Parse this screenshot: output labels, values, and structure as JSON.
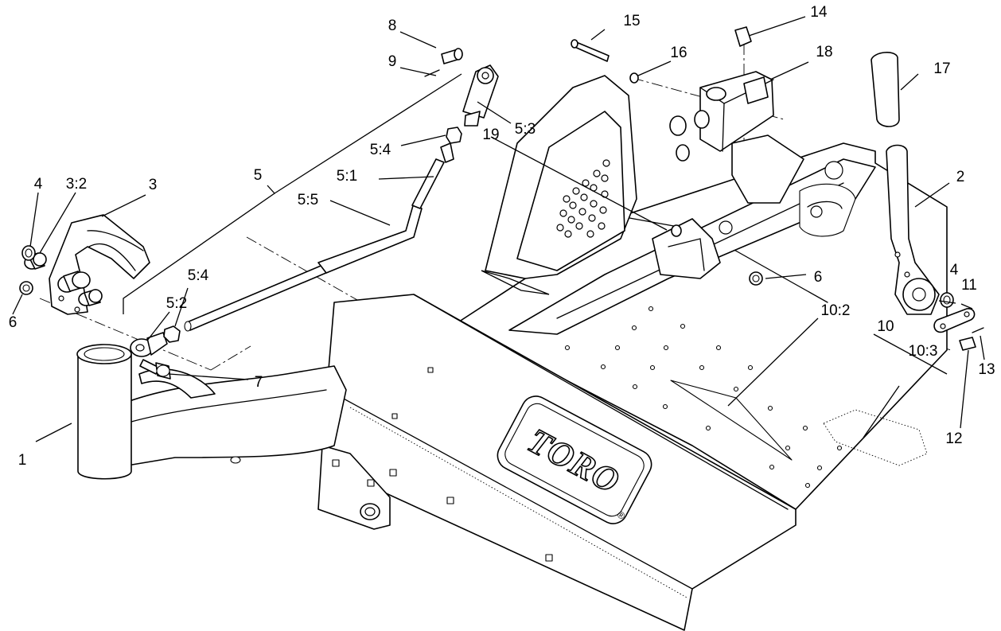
{
  "brand": {
    "logo_text": "TORO",
    "registered_mark": "®"
  },
  "callouts": {
    "c1": "1",
    "c2": "2",
    "c3": "3",
    "c3_2": "3:2",
    "c4_left": "4",
    "c4_right": "4",
    "c5": "5",
    "c5_1": "5:1",
    "c5_2": "5:2",
    "c5_3": "5:3",
    "c5_4_top": "5:4",
    "c5_4_left": "5:4",
    "c5_5": "5:5",
    "c6_left": "6",
    "c6_right": "6",
    "c7": "7",
    "c8": "8",
    "c9": "9",
    "c10": "10",
    "c10_2": "10:2",
    "c10_3": "10:3",
    "c11": "11",
    "c12": "12",
    "c13": "13",
    "c14": "14",
    "c15": "15",
    "c16": "16",
    "c17": "17",
    "c18": "18",
    "c19": "19"
  }
}
